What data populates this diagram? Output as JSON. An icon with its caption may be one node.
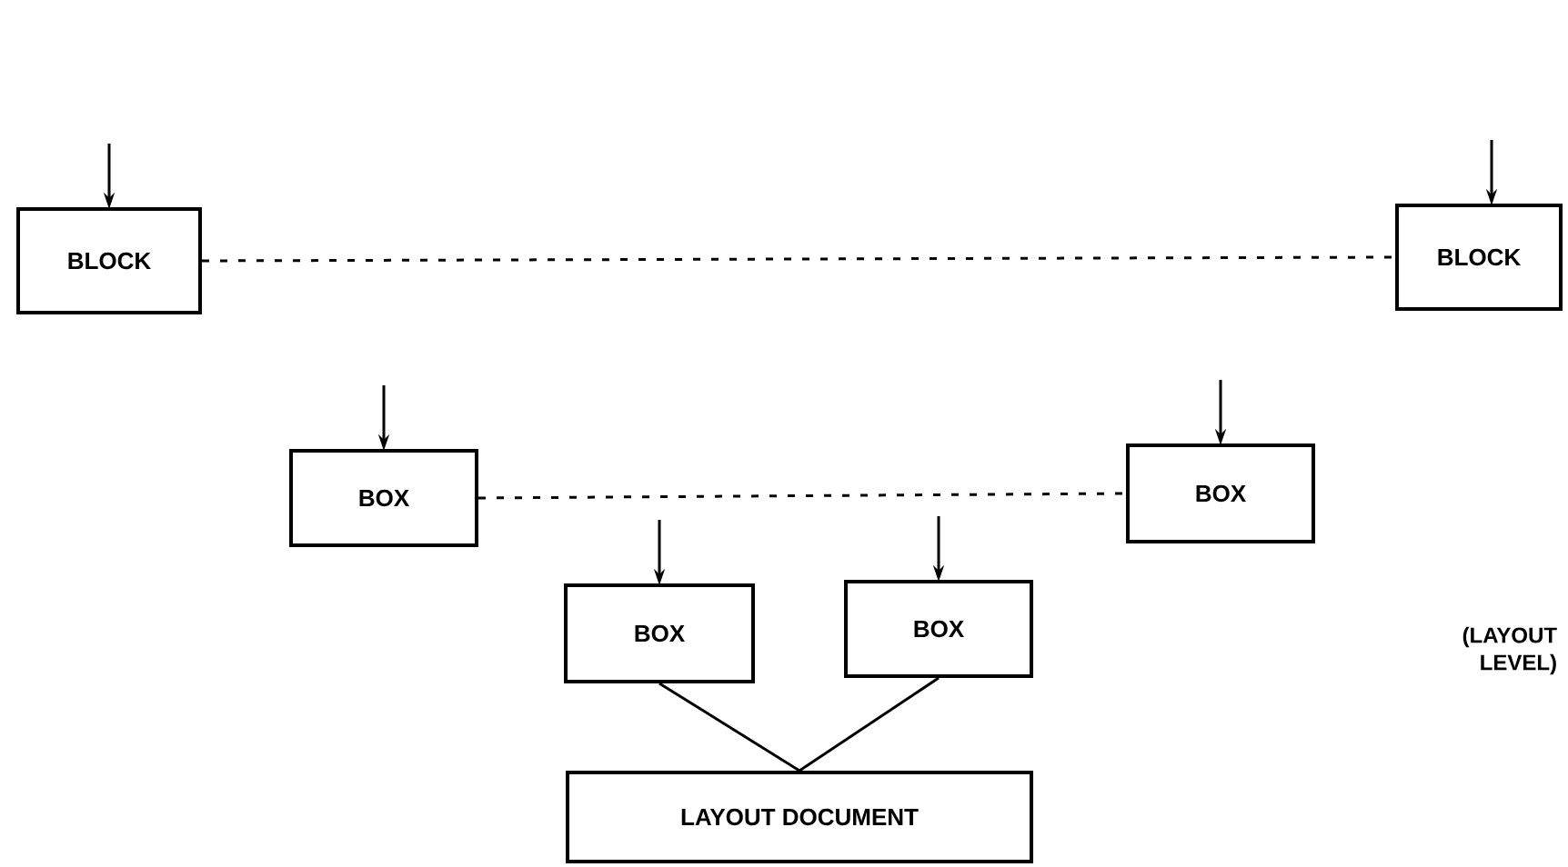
{
  "diagram": {
    "nodes": [
      {
        "text": [
          "BLOCK"
        ]
      },
      {
        "text": [
          "BLOCK"
        ]
      },
      {
        "text": [
          "BOX"
        ]
      },
      {
        "text": [
          "BOX"
        ]
      },
      {
        "text": [
          "BOX"
        ]
      },
      {
        "text": [
          "BOX"
        ]
      },
      {
        "text": [
          "LAYOUT DOCUMENT"
        ]
      }
    ],
    "edges": [
      {
        "from": 0,
        "to": 1,
        "arrow": "none",
        "style": "dashed"
      },
      {
        "from": 2,
        "to": 3,
        "arrow": "none",
        "style": "dashed"
      },
      {
        "from": 4,
        "to": 6,
        "arrow": "none"
      },
      {
        "from": 5,
        "to": 6,
        "arrow": "none"
      },
      {
        "from": null,
        "to": 0,
        "arrow": "to"
      },
      {
        "from": null,
        "to": 1,
        "arrow": "to"
      },
      {
        "from": null,
        "to": 2,
        "arrow": "to"
      },
      {
        "from": null,
        "to": 3,
        "arrow": "to"
      },
      {
        "from": null,
        "to": 4,
        "arrow": "to"
      },
      {
        "from": null,
        "to": 5,
        "arrow": "to"
      }
    ],
    "labels": [
      "(LAYOUT LEVEL)"
    ]
  }
}
